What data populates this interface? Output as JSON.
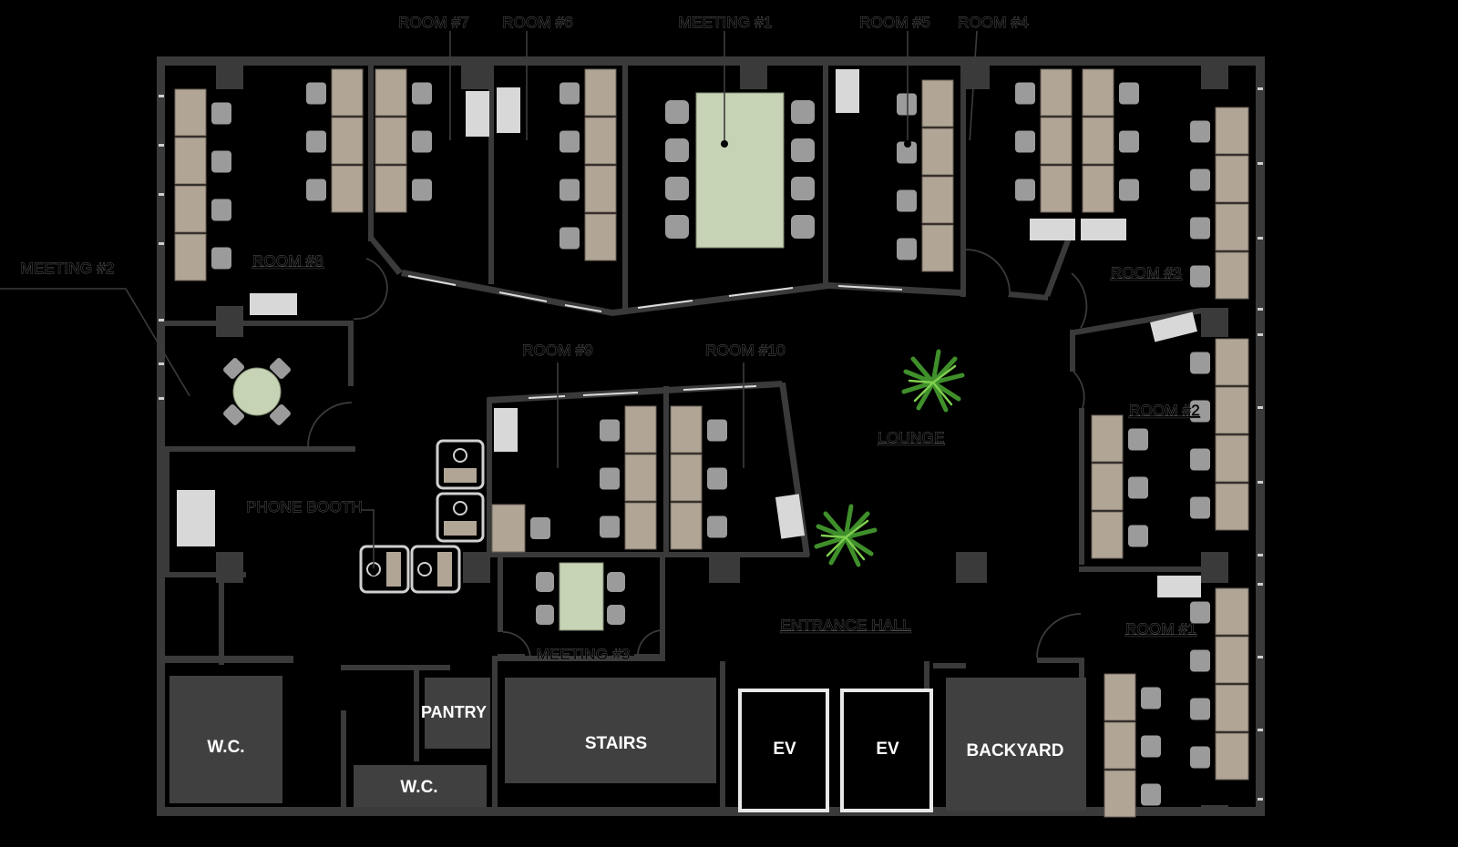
{
  "plan": {
    "room_labels": {
      "room7": "ROOM #7",
      "room6": "ROOM #6",
      "meeting1": "MEETING #1",
      "room5": "ROOM #5",
      "room4": "ROOM #4",
      "meeting2": "MEETING #2",
      "room8": "ROOM #8",
      "room3": "ROOM #3",
      "room9": "ROOM #9",
      "room10": "ROOM #10",
      "lounge": "LOUNGE",
      "room2": "ROOM #2",
      "phone_booth": "PHONE BOOTH",
      "entrance_hall": "ENTRANCE HALL",
      "room1": "ROOM #1",
      "meeting3": "MEETING #3"
    },
    "core_labels": {
      "wc_left": "W.C.",
      "pantry": "PANTRY",
      "wc_small": "W.C.",
      "stairs": "STAIRS",
      "ev1": "EV",
      "ev2": "EV",
      "backyard": "BACKYARD"
    },
    "colors": {
      "background": "#000000",
      "wall": "#3a3a3a",
      "core_block": "#404040",
      "desk": "#b1a596",
      "chair": "#9b9b9b",
      "meeting_table": "#c6d3b5",
      "plant": "#5fae3c"
    }
  }
}
